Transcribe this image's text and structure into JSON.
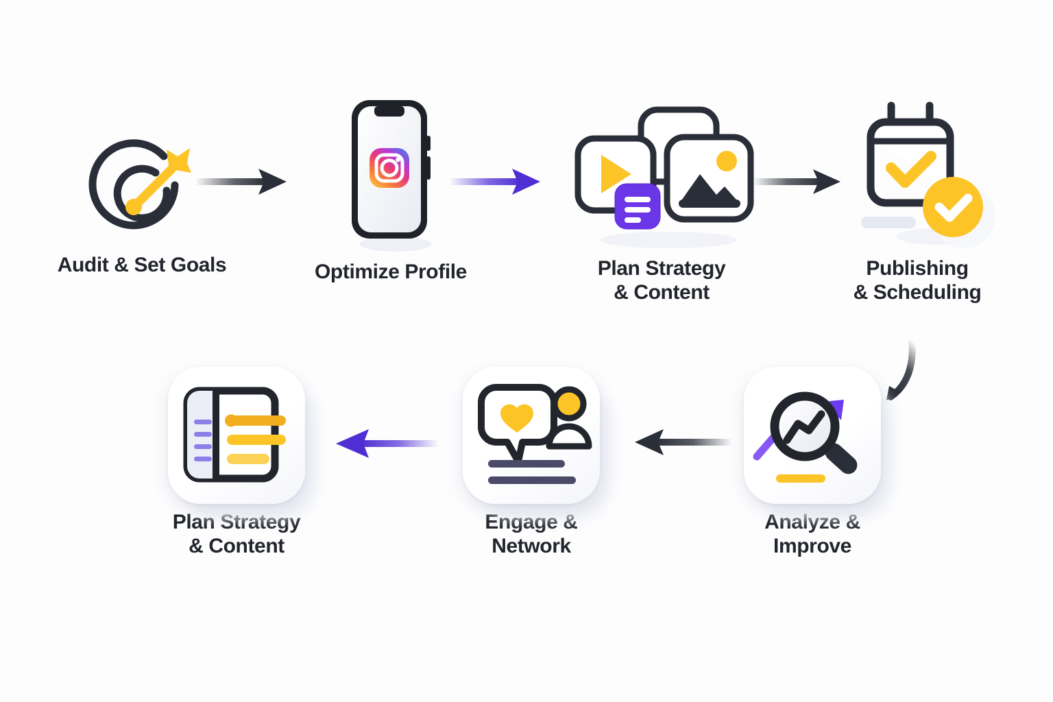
{
  "diagram": {
    "title_present": false,
    "background_color": "#fdfdfe",
    "text_color": "#22252c",
    "accent_yellow": "#fcc427",
    "accent_purple": "#4f2fd4",
    "accent_purple_light": "#8b5cf6",
    "accent_dark": "#2a2e38",
    "layout": "two-row serpentine flow, 4 steps top row left-to-right, 3 steps bottom row right-to-left"
  },
  "steps": [
    {
      "id": "audit",
      "label": "Audit & Set Goals",
      "icon": "target-arrow-icon",
      "row": "top",
      "order": 1
    },
    {
      "id": "optimize",
      "label": "Optimize Profile",
      "icon": "phone-instagram-icon",
      "row": "top",
      "order": 2
    },
    {
      "id": "plan-top",
      "label": "Plan Strategy\n& Content",
      "icon": "content-cards-icon",
      "row": "top",
      "order": 3
    },
    {
      "id": "publishing",
      "label": "Publishing\n& Scheduling",
      "icon": "calendar-check-icon",
      "row": "top",
      "order": 4
    },
    {
      "id": "analyze",
      "label": "Analyze &\nImprove",
      "icon": "magnifier-chart-icon",
      "row": "bottom",
      "order": 5
    },
    {
      "id": "engage",
      "label": "Engage &\nNetwork",
      "icon": "comment-heart-user-icon",
      "row": "bottom",
      "order": 6
    },
    {
      "id": "plan-bottom",
      "label": "Plan Strategy\n& Content",
      "icon": "dashboard-layout-icon",
      "row": "bottom",
      "order": 7
    }
  ],
  "connectors": [
    {
      "id": "c1",
      "from": "audit",
      "to": "optimize",
      "style": "straight-right",
      "color": "#2a2e38"
    },
    {
      "id": "c2",
      "from": "optimize",
      "to": "plan-top",
      "style": "straight-right",
      "color": "#4f2fd4"
    },
    {
      "id": "c3",
      "from": "plan-top",
      "to": "publishing",
      "style": "straight-right",
      "color": "#2a2e38"
    },
    {
      "id": "c4",
      "from": "publishing",
      "to": "analyze",
      "style": "curve-down-left",
      "color": "#2a2e38"
    },
    {
      "id": "c5",
      "from": "analyze",
      "to": "engage",
      "style": "straight-left",
      "color": "#2a2e38"
    },
    {
      "id": "c6",
      "from": "engage",
      "to": "plan-bottom",
      "style": "straight-left",
      "color": "#4f2fd4"
    }
  ]
}
